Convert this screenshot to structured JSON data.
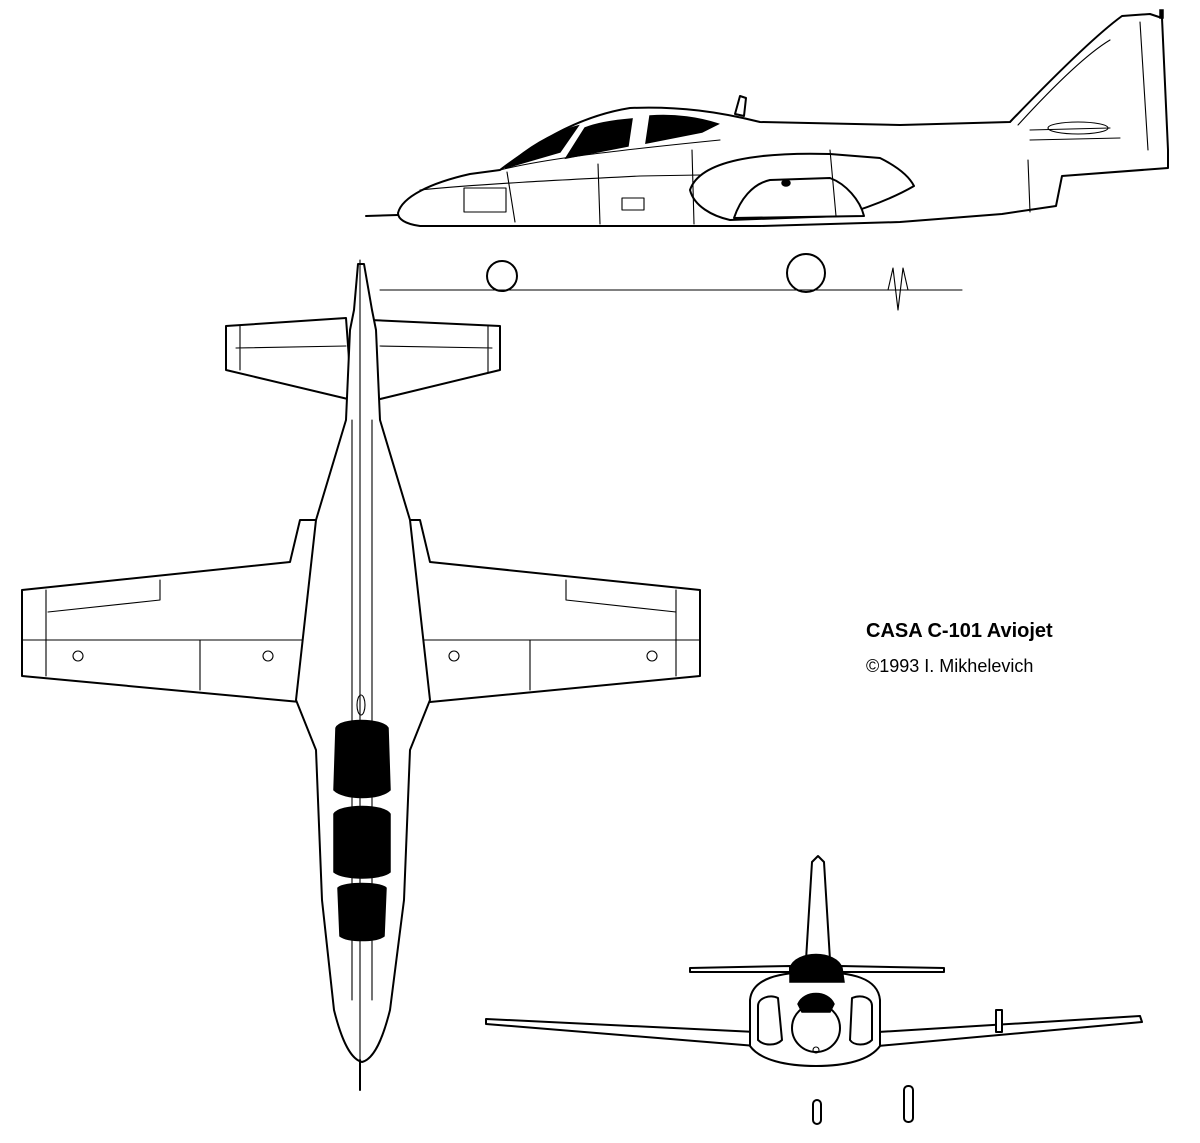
{
  "caption": {
    "title": "CASA C-101 Aviojet",
    "credit": "©1993 I. Mikhelevich"
  },
  "views": [
    "side-view",
    "top-view",
    "front-view"
  ],
  "colors": {
    "line": "#000000",
    "background": "#ffffff",
    "canopy_fill": "#000000"
  }
}
